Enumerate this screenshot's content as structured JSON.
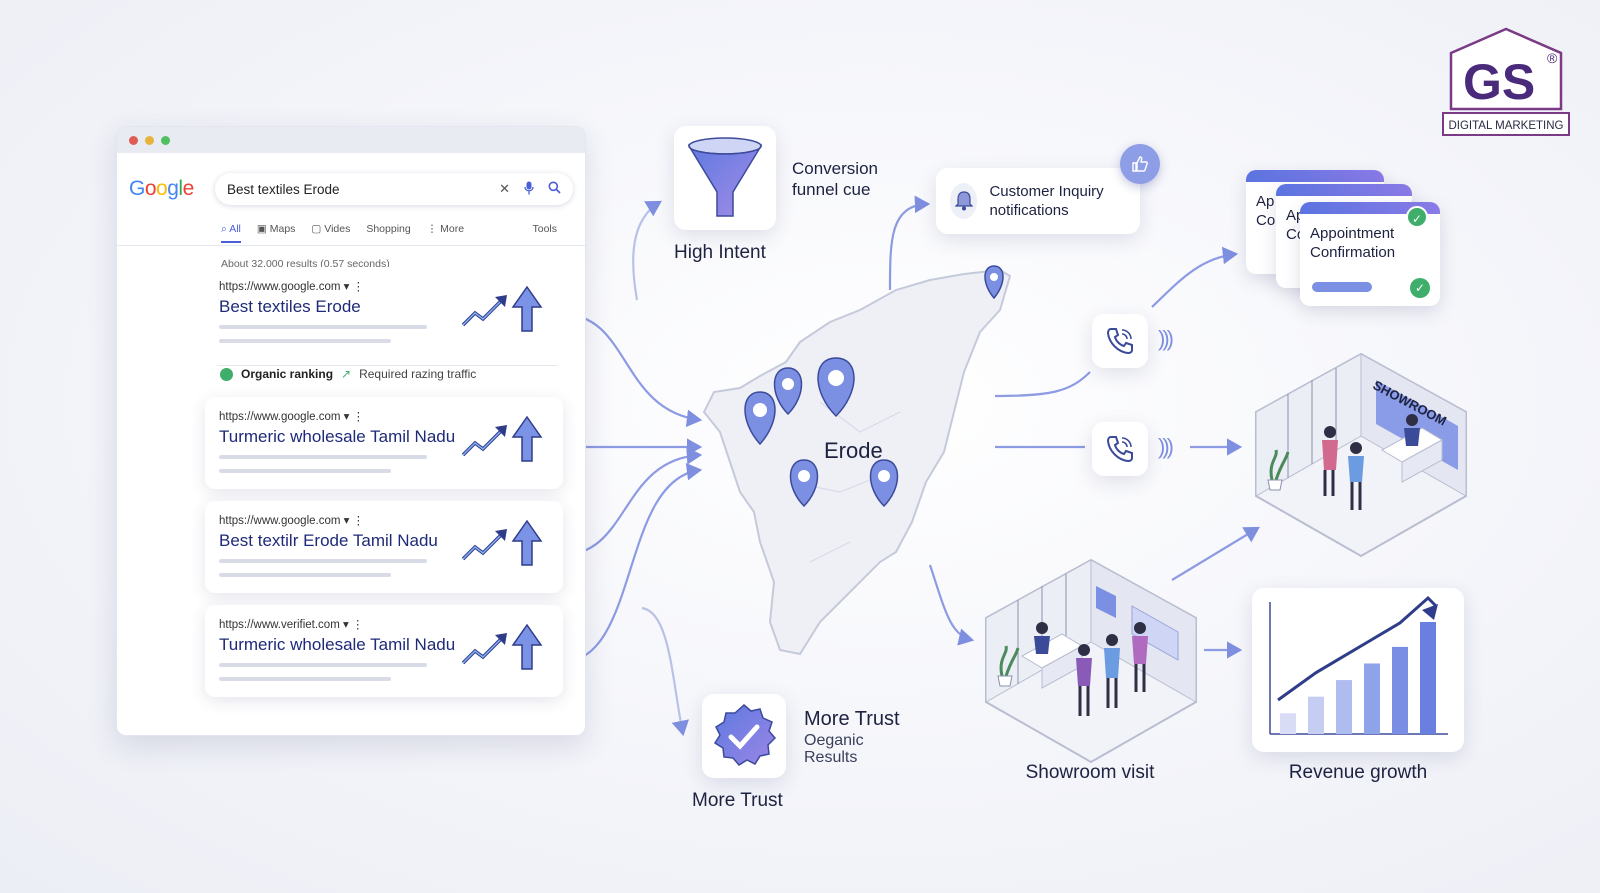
{
  "search": {
    "logo": "Google",
    "query": "Best textiles Erode",
    "tabs": [
      "All",
      "Maps",
      "Vides",
      "Shopping",
      "More"
    ],
    "tools": "Tools",
    "about": "About 32,000 results (0.57 seconds)",
    "results": [
      {
        "url": "https://www.google.com",
        "title": "Best textiles Erode"
      },
      {
        "url": "https://www.google.com",
        "title": "Turmeric wholesale Tamil Nadu"
      },
      {
        "url": "https://www.google.com",
        "title": "Best textilr Erode Tamil Nadu"
      },
      {
        "url": "https://www.verifiet.com",
        "title": "Turmeric wholesale Tamil Nadu"
      }
    ],
    "organic_label": "Organic ranking",
    "traffic_label": "Required razing traffic"
  },
  "funnel": {
    "title": "Conversion funnel cue",
    "caption": "High Intent"
  },
  "notification": {
    "text": "Customer Inquiry notifications"
  },
  "appointment": {
    "back1": "Ap Co",
    "back2": "Ap Co",
    "front": "Appointment Confirmation"
  },
  "map": {
    "label": "Erode"
  },
  "showroom": {
    "sign": "SHOWROOM",
    "caption": "Showroom visit"
  },
  "revenue": {
    "caption": "Revenue growth",
    "bars": [
      1,
      1.8,
      2.6,
      3.4,
      4.2,
      5.4
    ]
  },
  "trust": {
    "title": "More Trust",
    "sub": "Oeganic Results",
    "caption": "More Trust"
  },
  "logo": {
    "mark": "GS",
    "reg": "®",
    "text": "DIGITAL MARKETING"
  },
  "colors": {
    "accent": "#5b6fd9",
    "navy": "#1f2a7a",
    "purple": "#7a3a86",
    "green": "#3fae6a"
  }
}
